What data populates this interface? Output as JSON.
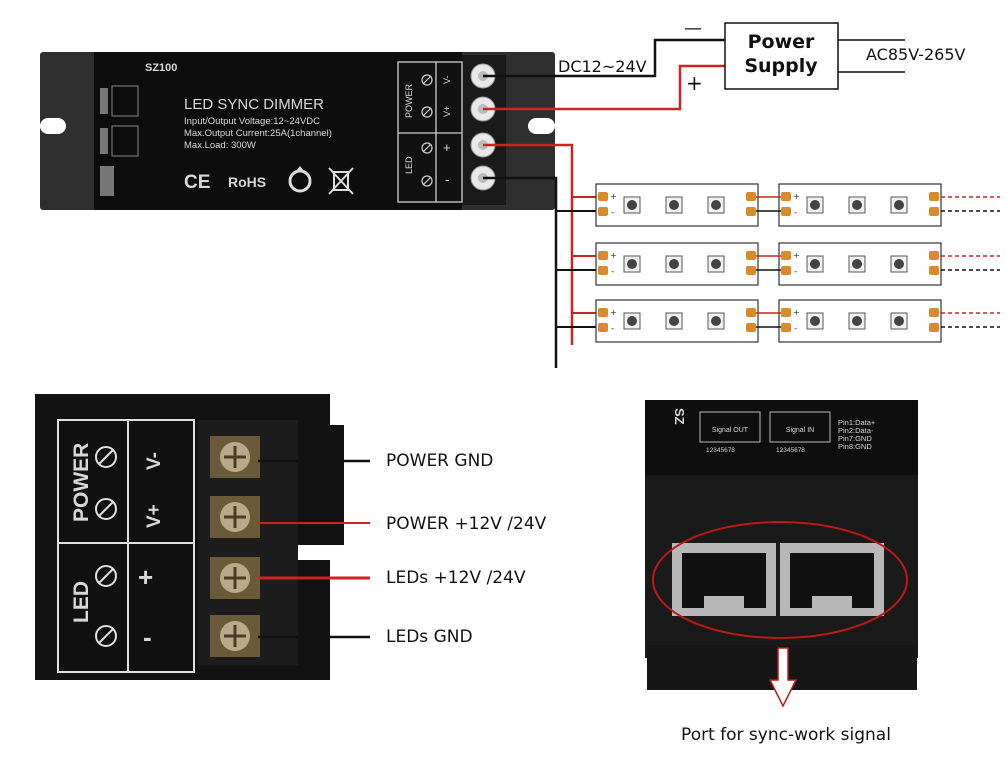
{
  "device": {
    "model": "SZ100",
    "title": "LED SYNC DIMMER",
    "spec1": "Input/Output Voltage:12~24VDC",
    "spec2": "Max.Output Current:25A(1channel)",
    "spec3": "Max.Load: 300W",
    "marks": {
      "ce": "CE",
      "rohs": "RoHS"
    },
    "port_labels": {
      "out": "Signal OUT",
      "in": "Signal IN"
    },
    "pin_legend": [
      "Pin1:Data+",
      "Pin2:Data-",
      "Pin7:GND",
      "Pin8:GND"
    ],
    "pin_numbers": "12345678"
  },
  "terminal": {
    "power_label": "POWER",
    "led_label": "LED",
    "vminus": "V-",
    "vplus": "V+",
    "plus": "+",
    "minus": "-"
  },
  "wiring": {
    "dc_label": "DC12~24V",
    "ac_label": "AC85V-265V",
    "ps_line1": "Power",
    "ps_line2": "Supply",
    "neg_sign": "—",
    "pos_sign": "+",
    "strip_plus": "+",
    "strip_minus": "-",
    "strip_rows": 3,
    "strips_per_row": 2
  },
  "callouts": {
    "power_gnd": "POWER GND",
    "power_pos": "POWER +12V /24V",
    "leds_pos": "LEDs +12V /24V",
    "leds_gnd": "LEDs GND",
    "sync_port": "Port for sync-work signal"
  },
  "colors": {
    "device_body": "#111111",
    "wire_red": "#cc2222",
    "wire_black": "#111111",
    "strip_pad": "#d98a2b",
    "highlight": "#c01818"
  }
}
